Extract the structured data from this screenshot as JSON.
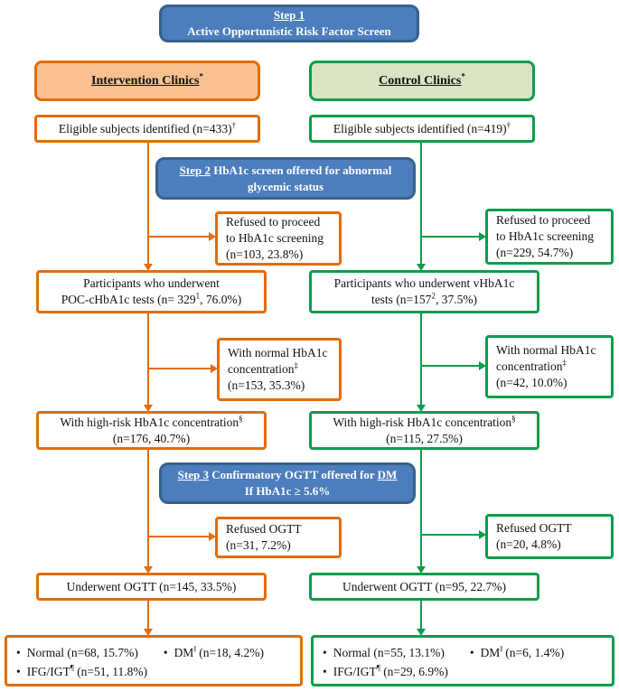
{
  "bullet": "•",
  "colors": {
    "step_fill": "#4C7DBD",
    "step_border": "#36618E",
    "orange_border": "#E36C0A",
    "orange_fill": "#FAC090",
    "green_border": "#0C9D4D",
    "green_fill": "#D8E4C2"
  },
  "steps": {
    "step1": {
      "label": "Step 1",
      "line2": "Active Opportunistic Risk Factor Screen"
    },
    "step2": {
      "label": "Step 2",
      "rest": " HbA1c screen offered for abnormal",
      "line2": "glycemic status"
    },
    "step3": {
      "label": "Step 3",
      "mid": " Confirmatory OGTT offered for ",
      "dm": "DM",
      "line2": "If HbA1c ≥ 5.6%"
    }
  },
  "intervention": {
    "header": {
      "text": "Intervention Clinics",
      "sup": "*"
    },
    "eligible": {
      "text": "Eligible subjects identified (n=433)",
      "sup": "†"
    },
    "refused_screening": {
      "l1": "Refused to proceed",
      "l2": "to HbA1c screening",
      "l3": "(n=103, 23.8%)"
    },
    "participants": {
      "l1": "Participants who underwent",
      "l2a": "POC-cHbA1c tests (n= 329",
      "l2sup": "1",
      "l2b": ", 76.0%)"
    },
    "normal_hba1c": {
      "l1": "With normal HbA1c",
      "l2": "concentration",
      "l2sup": "‡",
      "l3": "(n=153, 35.3%)"
    },
    "high_risk": {
      "l1": "With high-risk HbA1c concentration",
      "l1sup": "§",
      "l2": "(n=176, 40.7%)"
    },
    "refused_ogtt": {
      "l1": "Refused OGTT",
      "l2": "(n=31, 7.2%)"
    },
    "underwent": {
      "text": "Underwent OGTT (n=145, 33.5%)"
    },
    "outcomes": {
      "normal": "Normal (n=68, 15.7%)",
      "dm": "DM",
      "dm_sup": "‖",
      "dm_rest": " (n=18, 4.2%)",
      "ifg": "IFG/IGT",
      "ifg_sup": "¶",
      "ifg_rest": " (n=51, 11.8%)"
    }
  },
  "control": {
    "header": {
      "text": "Control Clinics",
      "sup": "*"
    },
    "eligible": {
      "text": "Eligible subjects identified (n=419)",
      "sup": "†"
    },
    "refused_screening": {
      "l1": "Refused to proceed",
      "l2": "to HbA1c screening",
      "l3": "(n=229, 54.7%)"
    },
    "participants": {
      "l1": "Participants who underwent vHbA1c",
      "l2a": "tests (n=157",
      "l2sup": "2",
      "l2b": ", 37.5%)"
    },
    "normal_hba1c": {
      "l1": "With normal HbA1c",
      "l2": "concentration",
      "l2sup": "‡",
      "l3": "(n=42, 10.0%)"
    },
    "high_risk": {
      "l1": "With high-risk HbA1c concentration",
      "l1sup": "§",
      "l2": "(n=115, 27.5%)"
    },
    "refused_ogtt": {
      "l1": "Refused OGTT",
      "l2": "(n=20, 4.8%)"
    },
    "underwent": {
      "text": "Underwent OGTT (n=95, 22.7%)"
    },
    "outcomes": {
      "normal": "Normal (n=55, 13.1%)",
      "dm": "DM",
      "dm_sup": "‖",
      "dm_rest": " (n=6, 1.4%)",
      "ifg": "IFG/IGT",
      "ifg_sup": "¶",
      "ifg_rest": " (n=29, 6.9%)"
    }
  }
}
